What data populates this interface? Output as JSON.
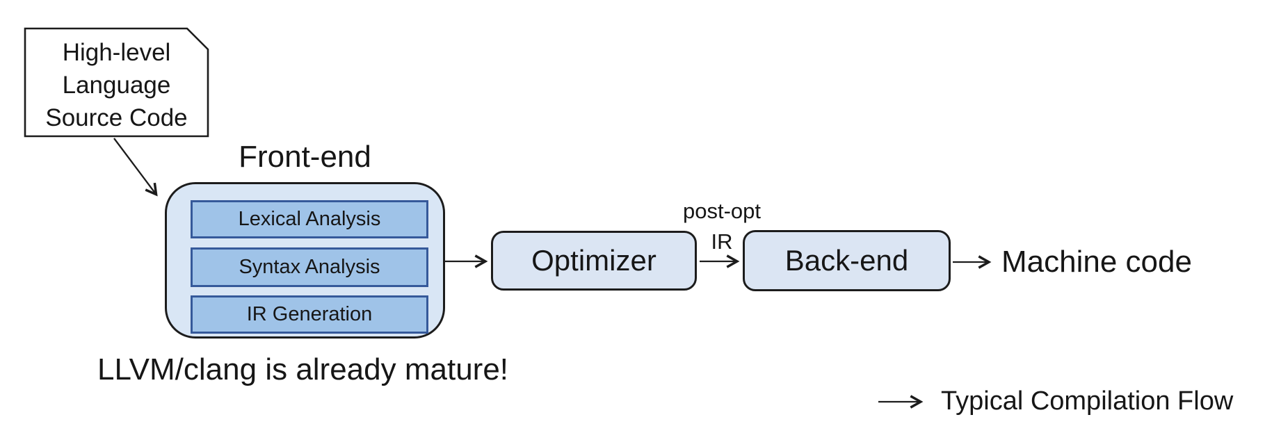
{
  "diagram": {
    "source_node": {
      "line1": "High-level",
      "line2": "Language",
      "line3": "Source Code"
    },
    "frontend": {
      "label": "Front-end",
      "stages": [
        "Lexical Analysis",
        "Syntax Analysis",
        "IR Generation"
      ]
    },
    "optimizer": {
      "label": "Optimizer"
    },
    "backend": {
      "label": "Back-end"
    },
    "machine_code": {
      "label": "Machine code"
    },
    "edge_label": {
      "line1": "post-opt",
      "line2": "IR"
    },
    "caption": "LLVM/clang is already mature!",
    "legend": {
      "label": "Typical Compilation Flow"
    },
    "colors": {
      "frontend_fill": "#d9e6f5",
      "process_fill": "#dbe5f3",
      "stage_fill": "#9fc3e8",
      "stage_border": "#35599a",
      "outline": "#1c1c1c",
      "background": "#ffffff"
    }
  }
}
